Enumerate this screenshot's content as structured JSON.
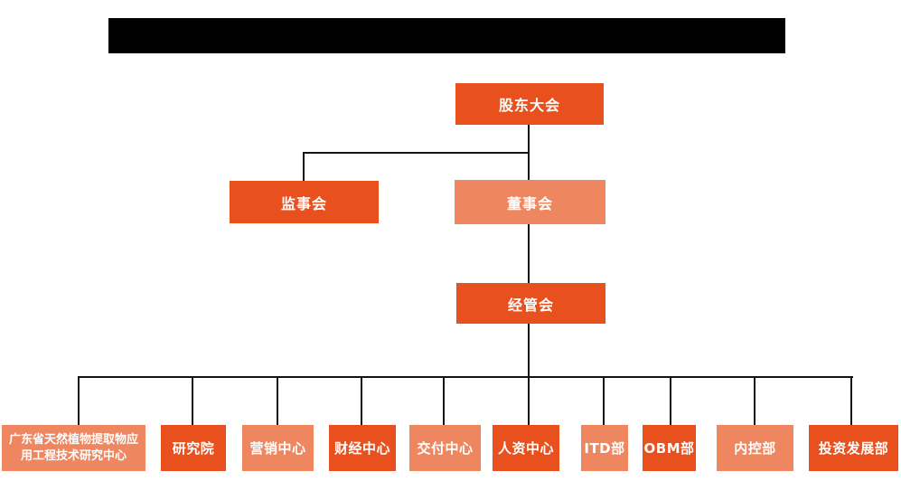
{
  "colors": {
    "primary": "#E8501E",
    "secondary": "#EE8760",
    "connector": "#141414",
    "redacted": "#000000",
    "background": "#FFFFFF",
    "node_text": "#FFFFFF"
  },
  "org": {
    "shareholders": {
      "label": "股东大会"
    },
    "supervisory": {
      "label": "监事会"
    },
    "board": {
      "label": "董事会"
    },
    "management": {
      "label": "经管会"
    },
    "departments": [
      {
        "label": "广东省天然植物提取物应用工程技术研究中心",
        "tone": "secondary"
      },
      {
        "label": "研究院",
        "tone": "primary"
      },
      {
        "label": "营销中心",
        "tone": "secondary"
      },
      {
        "label": "财经中心",
        "tone": "primary"
      },
      {
        "label": "交付中心",
        "tone": "secondary"
      },
      {
        "label": "人资中心",
        "tone": "primary"
      },
      {
        "label": "ITD部",
        "tone": "secondary"
      },
      {
        "label": "OBM部",
        "tone": "primary"
      },
      {
        "label": "内控部",
        "tone": "secondary"
      },
      {
        "label": "投资发展部",
        "tone": "primary"
      }
    ]
  }
}
